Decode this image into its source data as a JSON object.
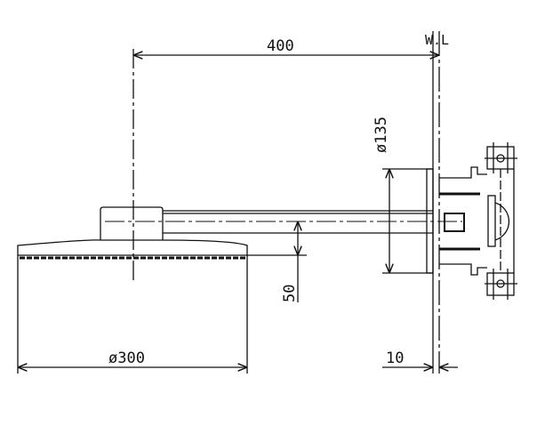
{
  "drawing": {
    "labels": {
      "arm_length": "400",
      "wall_line": "W.L",
      "flange_diameter": "ø135",
      "drop_height": "50",
      "head_diameter": "ø300",
      "wall_thickness": "10"
    },
    "colors": {
      "line": "#111111",
      "background": "#ffffff"
    }
  }
}
